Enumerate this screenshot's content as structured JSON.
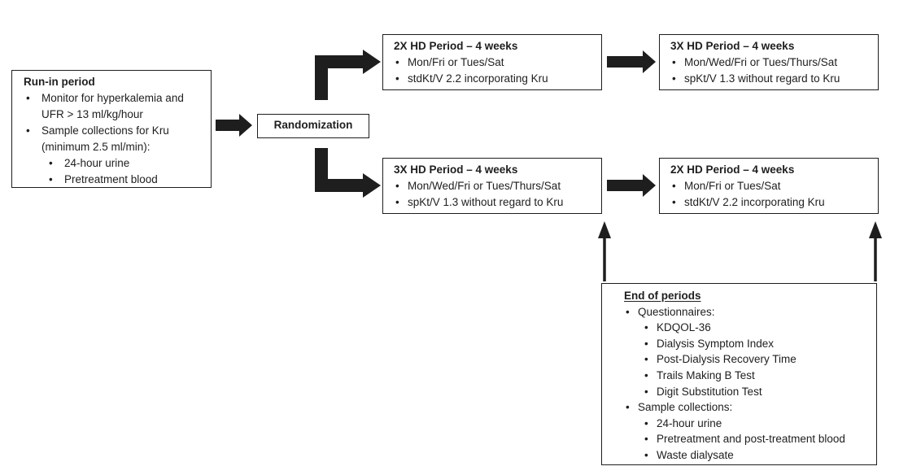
{
  "palette": {
    "ink": "#1e1e1e",
    "background": "#ffffff"
  },
  "boxes": {
    "run_in": {
      "title": "Run-in period",
      "items": [
        {
          "text": "Monitor for hyperkalemia and UFR > 13 ml/kg/hour"
        },
        {
          "text": "Sample collections for Kru (minimum 2.5 ml/min):",
          "sub": [
            "24-hour urine",
            "Pretreatment blood"
          ]
        }
      ]
    },
    "randomization": {
      "label": "Randomization"
    },
    "arm1_period1": {
      "title": "2X HD Period – 4 weeks",
      "items": [
        "Mon/Fri or Tues/Sat",
        "stdKt/V 2.2 incorporating Kru"
      ]
    },
    "arm1_period2": {
      "title": "3X HD Period – 4 weeks",
      "items": [
        "Mon/Wed/Fri or Tues/Thurs/Sat",
        "spKt/V 1.3 without regard to Kru"
      ]
    },
    "arm2_period1": {
      "title": "3X HD Period – 4 weeks",
      "items": [
        "Mon/Wed/Fri or Tues/Thurs/Sat",
        "spKt/V 1.3 without regard to Kru"
      ]
    },
    "arm2_period2": {
      "title": "2X HD Period – 4 weeks",
      "items": [
        "Mon/Fri or Tues/Sat",
        "stdKt/V 2.2 incorporating Kru"
      ]
    },
    "end_of_periods": {
      "title": "End of periods",
      "items": [
        {
          "text": "Questionnaires:",
          "sub": [
            "KDQOL-36",
            "Dialysis Symptom Index",
            "Post-Dialysis Recovery Time",
            "Trails Making B Test",
            "Digit Substitution Test"
          ]
        },
        {
          "text": "Sample collections:",
          "sub": [
            "24-hour urine",
            "Pretreatment and post-treatment blood",
            "Waste dialysate"
          ]
        }
      ]
    }
  }
}
